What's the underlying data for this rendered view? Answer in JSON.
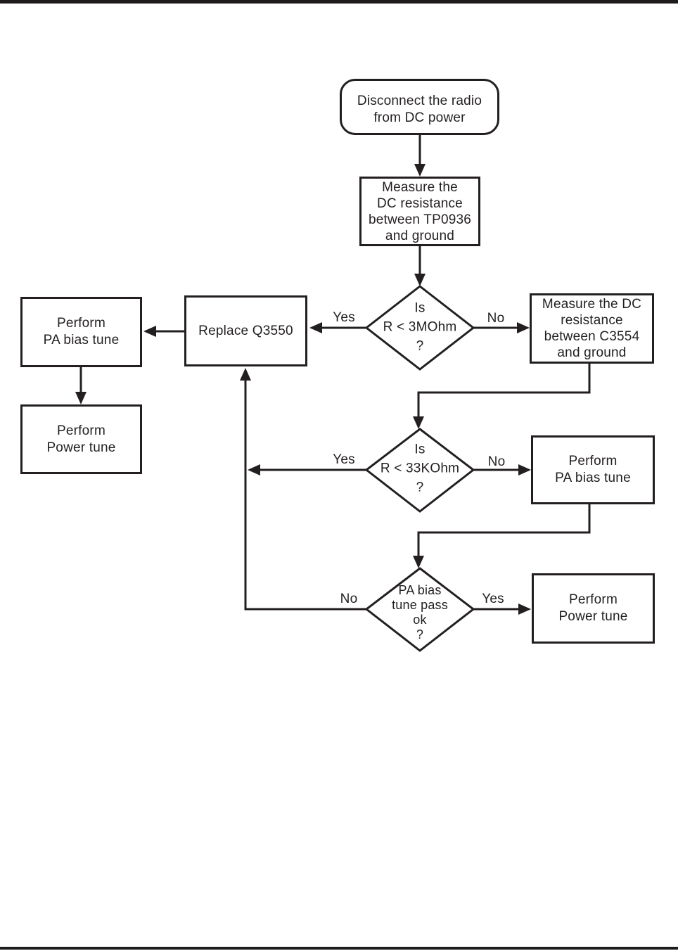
{
  "diagram": {
    "colors": {
      "line": "#231f20",
      "background": "#ffffff"
    },
    "nodes": {
      "start": {
        "label": "Disconnect the radio\nfrom DC power",
        "shape": "rounded"
      },
      "measure_tp0936": {
        "label": "Measure the\nDC resistance\nbetween TP0936\nand ground",
        "shape": "process"
      },
      "decision_r_3mohm": {
        "label": "Is\nR < 3MOhm\n?",
        "shape": "decision"
      },
      "replace_q3550": {
        "label": "Replace Q3550",
        "shape": "process"
      },
      "perform_pa_bias_left": {
        "label": "Perform\nPA bias tune",
        "shape": "process"
      },
      "perform_power_left": {
        "label": "Perform\nPower tune",
        "shape": "process"
      },
      "measure_c3554": {
        "label": "Measure the DC\nresistance\nbetween C3554\nand ground",
        "shape": "process"
      },
      "decision_r_33kohm": {
        "label": "Is\nR < 33KOhm\n?",
        "shape": "decision"
      },
      "perform_pa_bias_right": {
        "label": "Perform\nPA bias tune",
        "shape": "process"
      },
      "decision_pa_bias_pass": {
        "label": "PA bias\ntune pass\nok\n?",
        "shape": "decision"
      },
      "perform_power_right": {
        "label": "Perform\nPower tune",
        "shape": "process"
      }
    },
    "edge_labels": {
      "r3mohm_yes": "Yes",
      "r3mohm_no": "No",
      "r33kohm_yes": "Yes",
      "r33kohm_no": "No",
      "pa_bias_pass_no": "No",
      "pa_bias_pass_yes": "Yes"
    },
    "edges": [
      {
        "from": "start",
        "to": "measure_tp0936",
        "label": ""
      },
      {
        "from": "measure_tp0936",
        "to": "decision_r_3mohm",
        "label": ""
      },
      {
        "from": "decision_r_3mohm",
        "to": "replace_q3550",
        "label": "Yes"
      },
      {
        "from": "decision_r_3mohm",
        "to": "measure_c3554",
        "label": "No"
      },
      {
        "from": "replace_q3550",
        "to": "perform_pa_bias_left",
        "label": ""
      },
      {
        "from": "perform_pa_bias_left",
        "to": "perform_power_left",
        "label": ""
      },
      {
        "from": "measure_c3554",
        "to": "decision_r_33kohm",
        "label": ""
      },
      {
        "from": "decision_r_33kohm",
        "to": "replace_q3550",
        "label": "Yes"
      },
      {
        "from": "decision_r_33kohm",
        "to": "perform_pa_bias_right",
        "label": "No"
      },
      {
        "from": "perform_pa_bias_right",
        "to": "decision_pa_bias_pass",
        "label": ""
      },
      {
        "from": "decision_pa_bias_pass",
        "to": "replace_q3550",
        "label": "No"
      },
      {
        "from": "decision_pa_bias_pass",
        "to": "perform_power_right",
        "label": "Yes"
      }
    ]
  }
}
